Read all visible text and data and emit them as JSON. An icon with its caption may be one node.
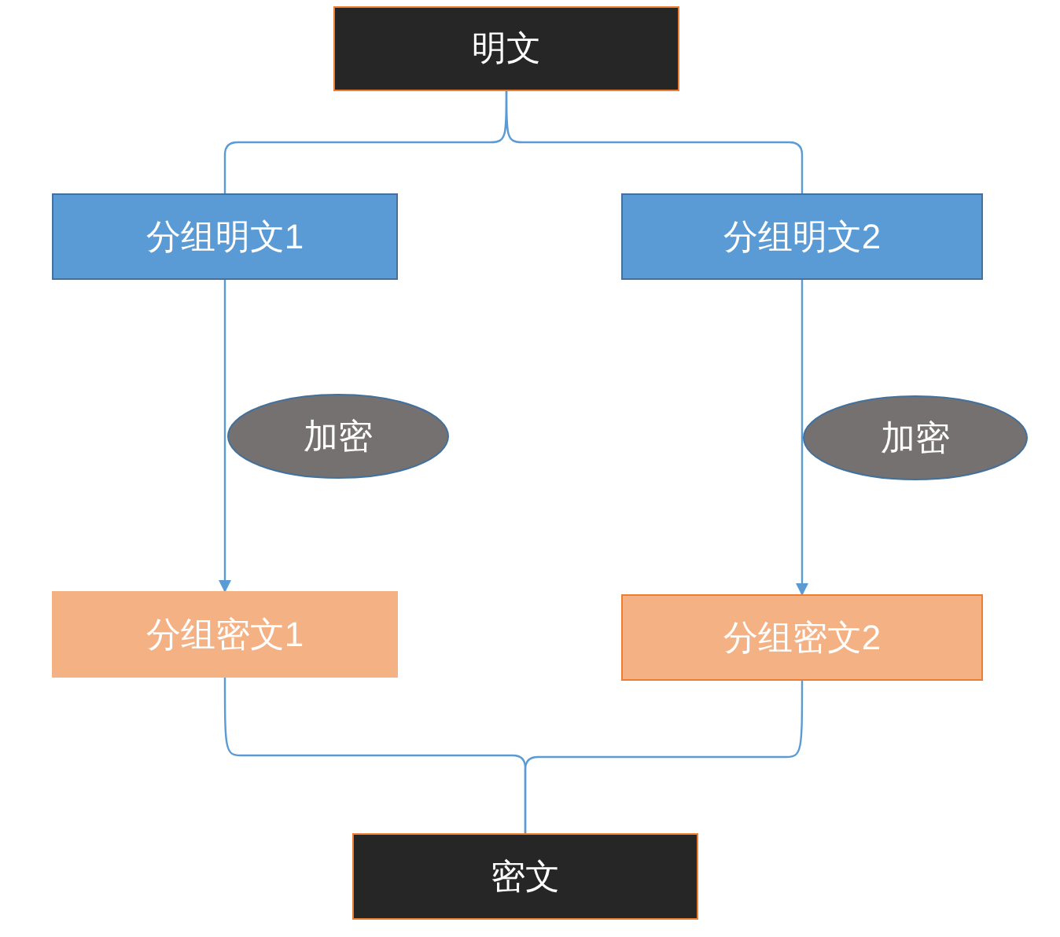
{
  "diagram": {
    "nodes": [
      {
        "text": [
          "明文"
        ]
      },
      {
        "text": [
          "分组明文1"
        ]
      },
      {
        "text": [
          "分组明文2"
        ]
      },
      {
        "text": [
          "加密"
        ]
      },
      {
        "text": [
          "加密"
        ]
      },
      {
        "text": [
          "分组密文1"
        ]
      },
      {
        "text": [
          "分组密文2"
        ]
      },
      {
        "text": [
          "密文"
        ]
      }
    ],
    "edges": [
      {
        "from": 0,
        "to": 1,
        "arrow": "none"
      },
      {
        "from": 0,
        "to": 2,
        "arrow": "none"
      },
      {
        "from": 1,
        "to": 5,
        "arrow": "to"
      },
      {
        "from": 2,
        "to": 6,
        "arrow": "to"
      },
      {
        "from": 5,
        "to": 7,
        "arrow": "none"
      },
      {
        "from": 6,
        "to": 7,
        "arrow": "none"
      }
    ]
  }
}
